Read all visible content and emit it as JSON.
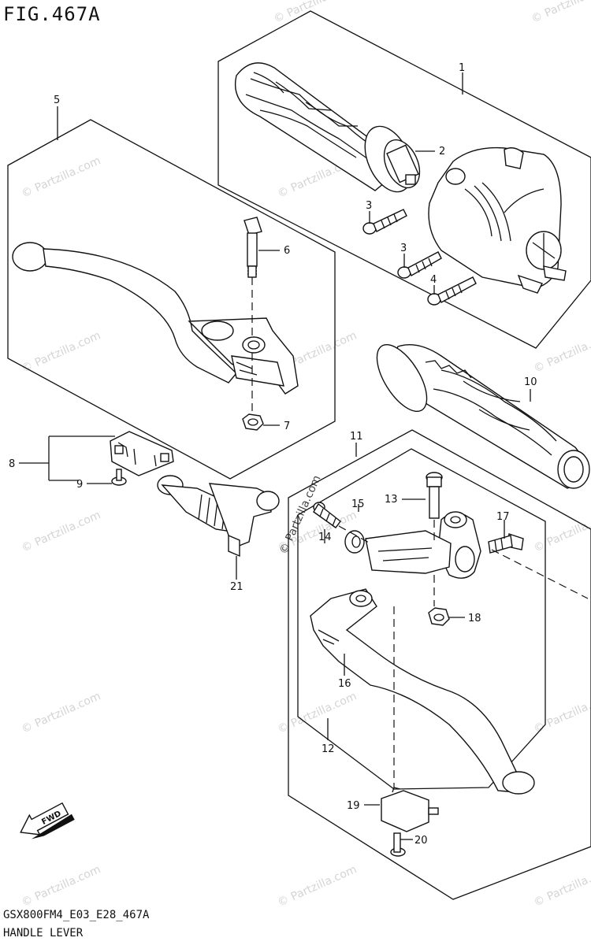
{
  "figure": {
    "title": "FIG.467A",
    "code": "GSX800FM4_E03_E28_467A",
    "caption": "HANDLE LEVER",
    "fwd_label": "FWD"
  },
  "watermark": "© Partzilla.com",
  "callouts": {
    "c1": "1",
    "c2": "2",
    "c3a": "3",
    "c3b": "3",
    "c4": "4",
    "c5": "5",
    "c6": "6",
    "c7": "7",
    "c8": "8",
    "c9": "9",
    "c10": "10",
    "c11": "11",
    "c12": "12",
    "c13": "13",
    "c14": "14",
    "c15": "15",
    "c16": "16",
    "c17": "17",
    "c18": "18",
    "c19": "19",
    "c20": "20",
    "c21": "21"
  }
}
